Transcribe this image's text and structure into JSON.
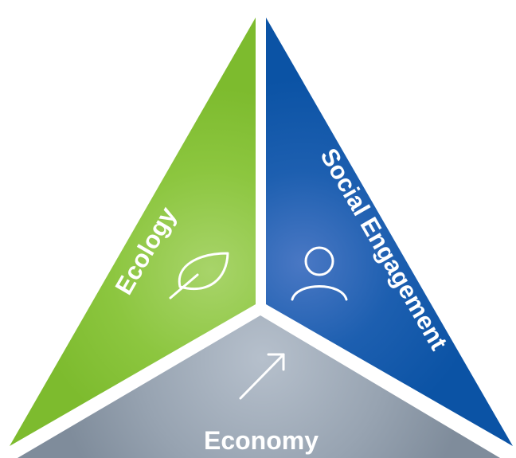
{
  "diagram": {
    "segments": [
      {
        "id": "ecology",
        "label": "Ecology",
        "icon": "leaf-icon",
        "color": "#8cc63f"
      },
      {
        "id": "social",
        "label": "Social Engagement",
        "icon": "person-icon",
        "color": "#0f5aa8"
      },
      {
        "id": "economy",
        "label": "Economy",
        "icon": "arrow-up-right-icon",
        "color": "#8e9aa8"
      }
    ],
    "background": "#ffffff"
  }
}
